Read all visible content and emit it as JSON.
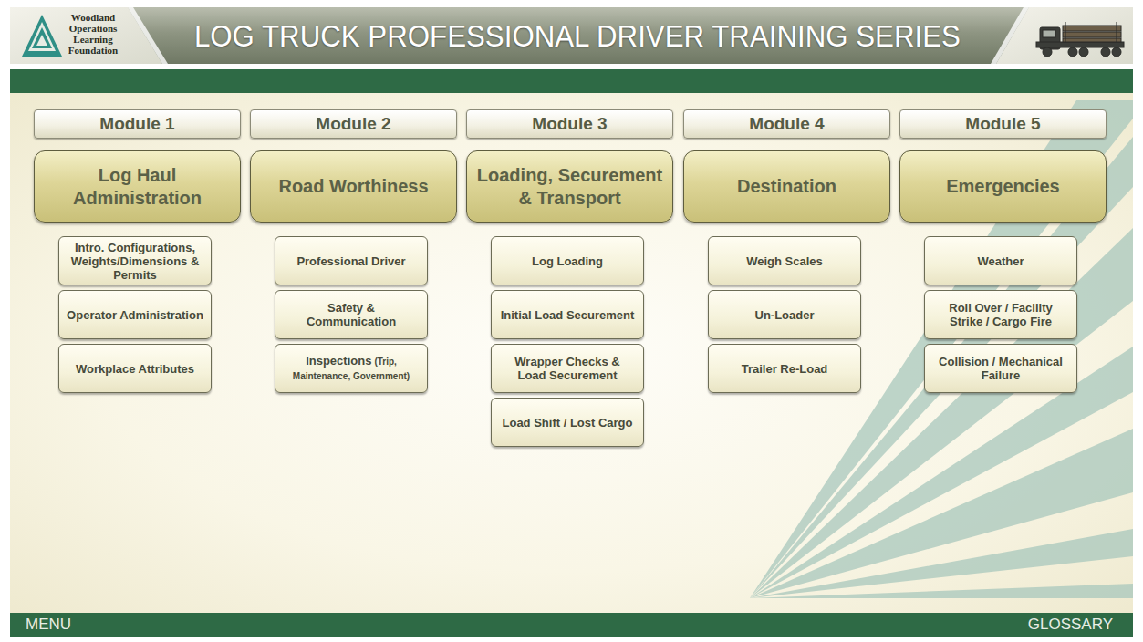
{
  "diagram": {
    "title": "LOG TRUCK PROFESSIONAL DRIVER TRAINING SERIES",
    "nodes": [
      {
        "text": [
          "Module 1"
        ]
      },
      {
        "text": [
          "Log Haul Administration"
        ]
      },
      {
        "text": [
          "Intro. Configurations, Weights/Dimensions & Permits"
        ]
      },
      {
        "text": [
          "Operator Administration"
        ]
      },
      {
        "text": [
          "Workplace Attributes"
        ]
      },
      {
        "text": [
          "Module 2"
        ]
      },
      {
        "text": [
          "Road Worthiness"
        ]
      },
      {
        "text": [
          "Professional Driver"
        ]
      },
      {
        "text": [
          "Safety & Communication"
        ]
      },
      {
        "text": [
          "Inspections",
          "(Trip, Maintenance, Government)"
        ]
      },
      {
        "text": [
          "Module 3"
        ]
      },
      {
        "text": [
          "Loading, Securement & Transport"
        ]
      },
      {
        "text": [
          "Log Loading"
        ]
      },
      {
        "text": [
          "Initial Load Securement"
        ]
      },
      {
        "text": [
          "Wrapper Checks & Load Securement"
        ]
      },
      {
        "text": [
          "Load Shift / Lost Cargo"
        ]
      },
      {
        "text": [
          "Module 4"
        ]
      },
      {
        "text": [
          "Destination"
        ]
      },
      {
        "text": [
          "Weigh Scales"
        ]
      },
      {
        "text": [
          "Un-Loader"
        ]
      },
      {
        "text": [
          "Trailer Re-Load"
        ]
      },
      {
        "text": [
          "Module 5"
        ]
      },
      {
        "text": [
          "Emergencies"
        ]
      },
      {
        "text": [
          "Weather"
        ]
      },
      {
        "text": [
          "Roll Over / Facility Strike / Cargo Fire"
        ]
      },
      {
        "text": [
          "Collision / Mechanical Failure"
        ]
      }
    ],
    "labels": [
      "Woodland Operations Learning Foundation",
      "MENU",
      "GLOSSARY"
    ]
  }
}
